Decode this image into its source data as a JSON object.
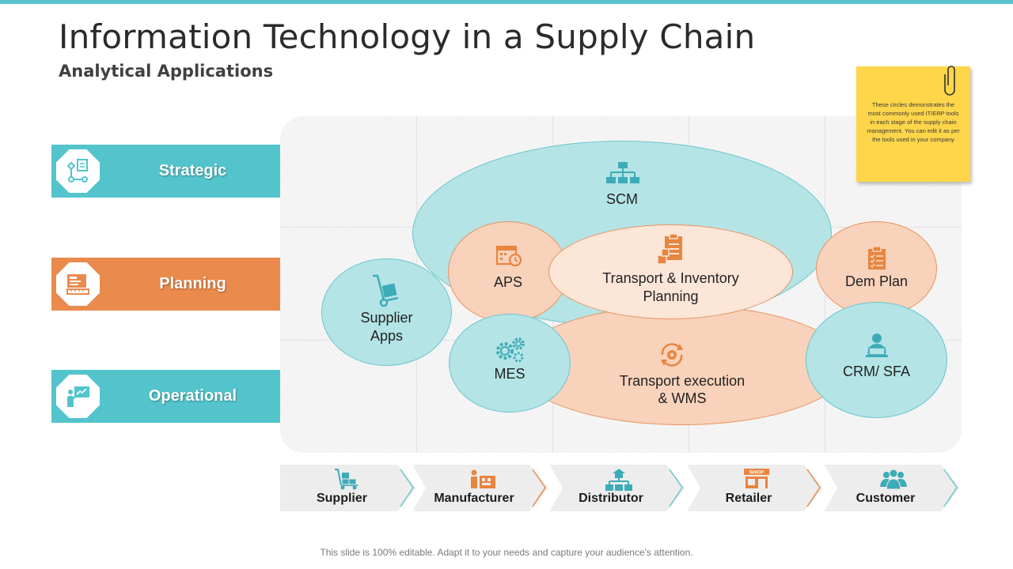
{
  "title": "Information Technology in a Supply Chain",
  "subtitle": "Analytical Applications",
  "colors": {
    "teal": "#54c4cc",
    "orange": "#ea8a4d",
    "light_teal": "#b4e4e6",
    "peach": "#f8d2bb",
    "note": "#ffd54a"
  },
  "categories": [
    {
      "label": "Strategic",
      "icon": "flowchart-icon",
      "color": "#54c4cc"
    },
    {
      "label": "Planning",
      "icon": "planning-board-icon",
      "color": "#ea8a4d"
    },
    {
      "label": "Operational",
      "icon": "presenter-icon",
      "color": "#54c4cc"
    }
  ],
  "nodes": {
    "scm": {
      "label": "SCM",
      "icon": "hierarchy-icon"
    },
    "aps": {
      "label": "APS",
      "icon": "calendar-clock-icon"
    },
    "transport_inventory": {
      "line1": "Transport & Inventory",
      "line2": "Planning",
      "icon": "clipboard-boxes-icon"
    },
    "dem_plan": {
      "label": "Dem Plan",
      "icon": "checklist-icon"
    },
    "supplier_apps": {
      "line1": "Supplier",
      "line2": "Apps",
      "icon": "hand-truck-icon"
    },
    "mes": {
      "label": "MES",
      "icon": "gears-icon"
    },
    "transport_execution": {
      "line1": "Transport execution",
      "line2": "& WMS",
      "icon": "cycle-gear-icon"
    },
    "crm_sfa": {
      "label": "CRM/ SFA",
      "icon": "user-laptop-icon"
    }
  },
  "note": {
    "text": "These circles demonstrates the most commonly used IT/ERP tools in each stage of the supply chain management. You can edit it as per the tools used in your company"
  },
  "stages": [
    {
      "label": "Supplier",
      "icon": "trolley-boxes-icon"
    },
    {
      "label": "Manufacturer",
      "icon": "factory-worker-icon"
    },
    {
      "label": "Distributor",
      "icon": "distribution-icon"
    },
    {
      "label": "Retailer",
      "icon": "shop-icon",
      "shop_sign": "SHOP"
    },
    {
      "label": "Customer",
      "icon": "customers-icon"
    }
  ],
  "footer": "This slide is 100% editable. Adapt it to your needs and capture your audience's attention."
}
